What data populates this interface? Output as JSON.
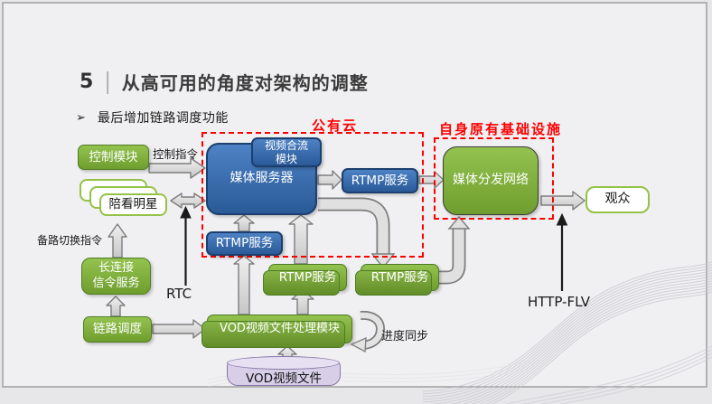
{
  "slide": {
    "number": "5",
    "divider": "|",
    "title": "从高可用的角度对架构的调整",
    "bullet_marker": "➢",
    "bullet_text": "最后增加链路调度功能"
  },
  "regions": {
    "public_cloud_label": "公有云",
    "own_infra_label": "自身原有基础设施"
  },
  "nodes": {
    "control_module": "控制模块",
    "companion_star": "陪看明星",
    "long_connection_line1": "长连接",
    "long_connection_line2": "信令服务",
    "link_scheduler": "链路调度",
    "media_server": "媒体服务器",
    "video_mix_line1": "视频合流",
    "video_mix_line2": "模块",
    "rtmp_service_blue_right": "RTMP服务",
    "rtmp_service_blue_inner": "RTMP服务",
    "rtmp_service_green_left": "RTMP服务",
    "rtmp_service_green_right": "RTMP服务",
    "media_distribution_network": "媒体分发网络",
    "audience": "观众",
    "vod_processing_module": "VOD视频文件处理模块",
    "vod_file": "VOD视频文件"
  },
  "labels": {
    "control_command": "控制指令",
    "backup_switch_command": "备路切换指令",
    "rtc": "RTC",
    "http_flv": "HTTP-FLV",
    "progress_sync": "进度同步"
  },
  "colors": {
    "region_border": "#ff0000",
    "green_box": "#76a637",
    "blue_box": "#31639c",
    "purple_cylinder": "#d8cee8",
    "arrow_gray": "#dcdcdc"
  }
}
